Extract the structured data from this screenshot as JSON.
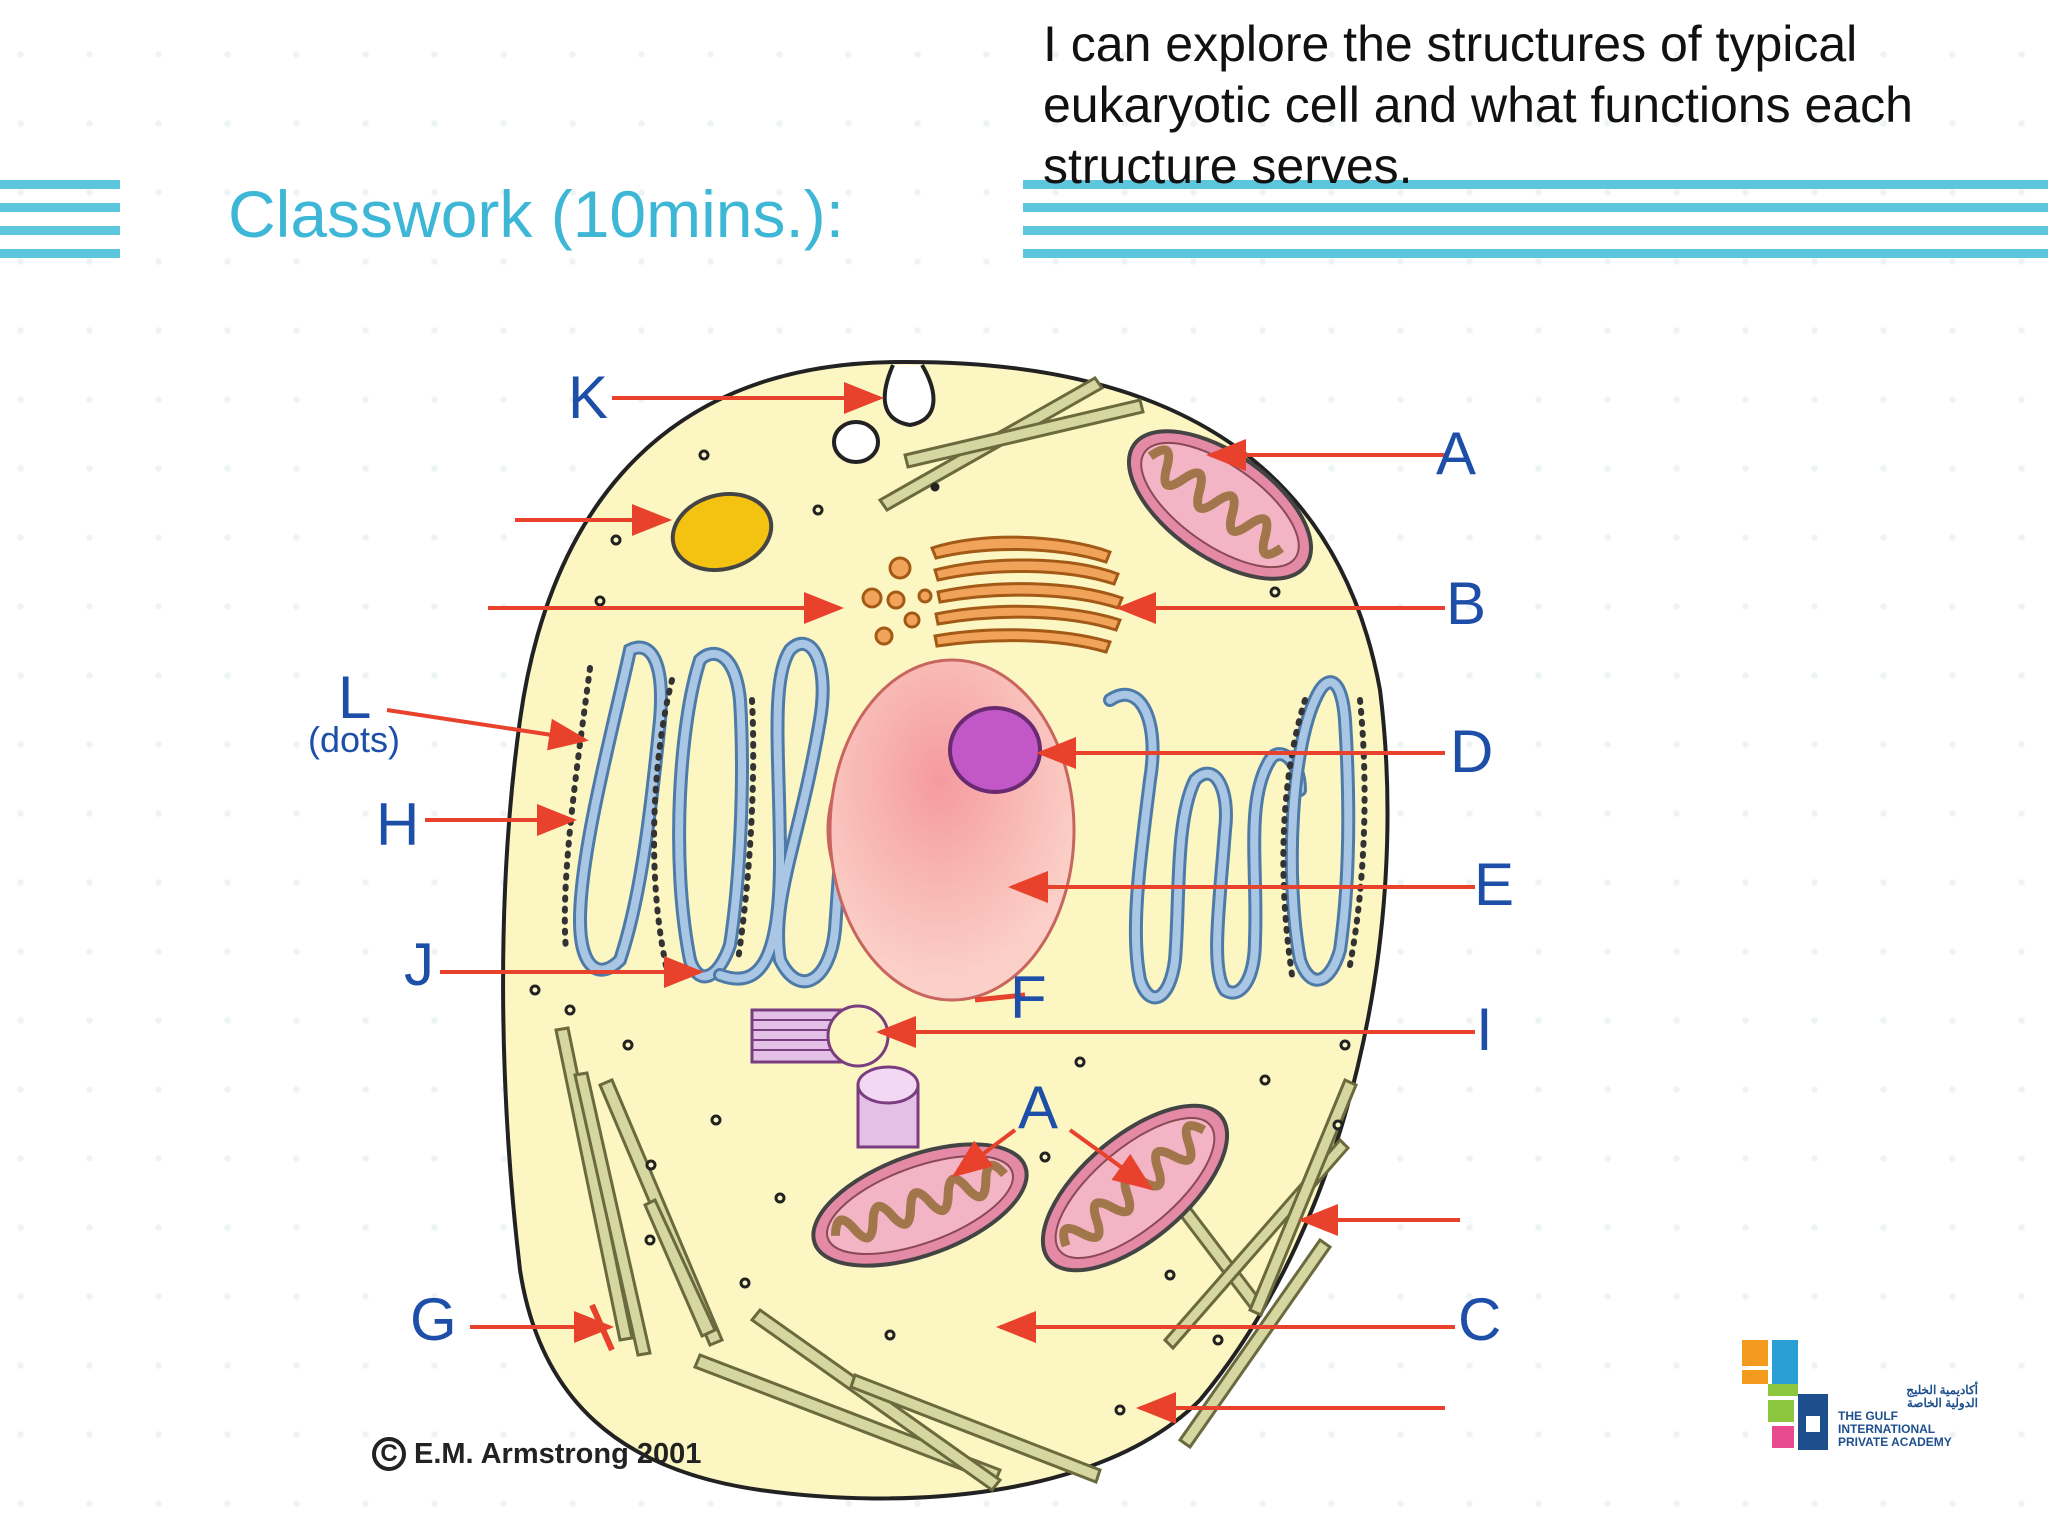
{
  "header": {
    "title": "Classwork (10mins.):",
    "objective": "I can explore the structures of typical eukaryotic cell and what functions each structure serves."
  },
  "diagram": {
    "labels": {
      "k": "K",
      "a_top": "A",
      "b": "B",
      "l": "L",
      "l_note": "(dots)",
      "d": "D",
      "h": "H",
      "e": "E",
      "j": "J",
      "f": "F",
      "i": "I",
      "a_bottom": "A",
      "g": "G",
      "c": "C"
    },
    "copyright": "E.M. Armstrong 2001"
  },
  "logo": {
    "arabic_line1": "أكاديمية الخليج",
    "arabic_line2": "الدولية الخاصة",
    "english_line1": "THE GULF",
    "english_line2": "INTERNATIONAL",
    "english_line3": "PRIVATE ACADEMY"
  },
  "colors": {
    "accent": "#3eb7d7",
    "cytoplasm": "#fbf6c2",
    "arrow": "#e8412c",
    "label": "#1d4fa8"
  }
}
